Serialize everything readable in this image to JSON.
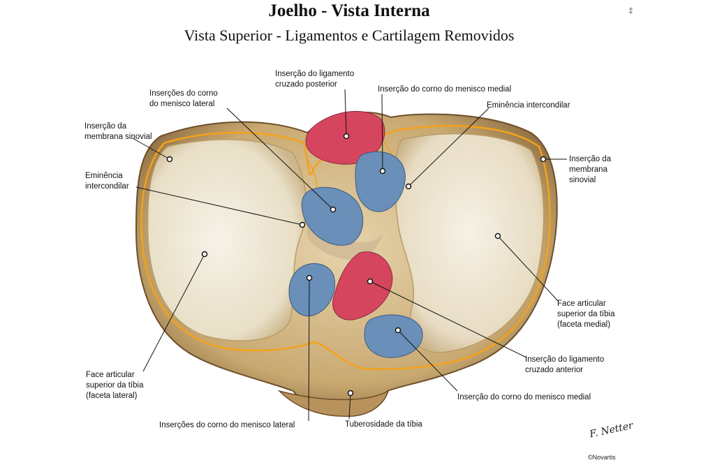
{
  "title": "Joelho - Vista Interna",
  "subtitle": "Vista Superior - Ligamentos e Cartilagem Removidos",
  "labels": {
    "ins_lig_cruz_post": [
      "Inserção do ligamento",
      "cruzado posterior"
    ],
    "ins_corno_men_lat_top": [
      "Inserções do corno",
      "do menisco lateral"
    ],
    "ins_corno_men_med_top": [
      "Inserção do corno do menisco medial"
    ],
    "emin_interc_right": [
      "Eminência intercondilar"
    ],
    "ins_memb_sin_left": [
      "Inserção da",
      "membrana sinovial"
    ],
    "ins_memb_sin_right": [
      "Inserção da",
      "membrana",
      "sinovial"
    ],
    "emin_interc_left": [
      "Eminência",
      "intercondilar"
    ],
    "face_art_med": [
      "Face articular",
      "superior da tíbia",
      "(faceta medial)"
    ],
    "ins_lig_cruz_ant": [
      "Inserção do ligamento",
      "cruzado anterior"
    ],
    "ins_corno_men_med_bot": [
      "Inserção do corno do menisco medial"
    ],
    "face_art_lat": [
      "Face articular",
      "superior da tíbia",
      "(faceta lateral)"
    ],
    "ins_corno_men_lat_bot": [
      "Inserções do corno do menisco lateral"
    ],
    "tuberosidade": [
      "Tuberosidade da tíbia"
    ]
  },
  "signature": {
    "mark": "F. Netter",
    "copyright": "©Novartis"
  },
  "corner_mark": "‡",
  "colors": {
    "bone": "#d8c39a",
    "cartilage": "#ece6d7",
    "blue_insert": "#6a8fb8",
    "red_insert": "#d6455e",
    "synovial_line": "#f3a21b"
  }
}
